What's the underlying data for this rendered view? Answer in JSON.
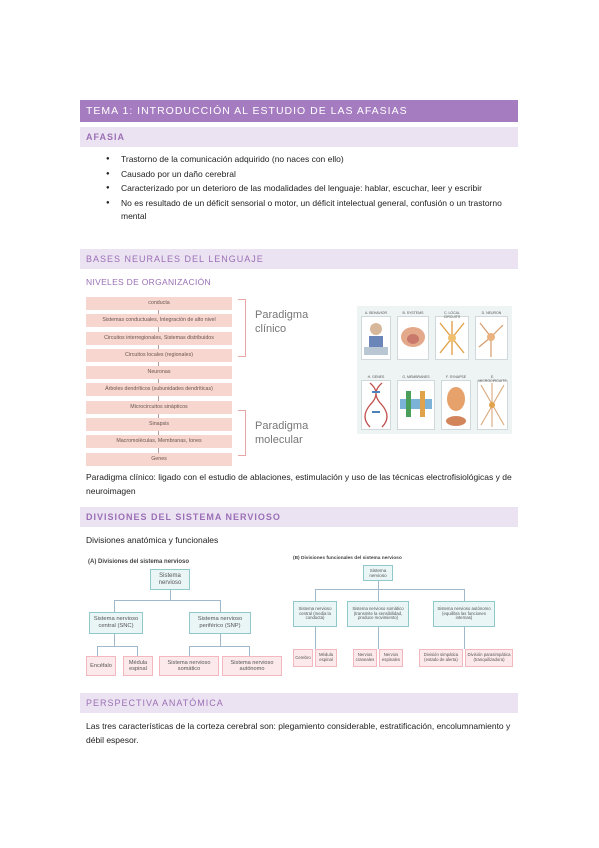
{
  "headings": {
    "tema": "TEMA 1: INTRODUCCIÓN AL ESTUDIO DE LAS AFASIAS",
    "afasia": "AFASIA",
    "bases": "BASES NEURALES DEL LENGUAJE",
    "niveles": "NIVELES DE ORGANIZACIÓN",
    "divisiones": "DIVISIONES DEL SISTEMA NERVIOSO",
    "perspectiva": "PERSPECTIVA ANATÓMICA"
  },
  "afasia_bullets": [
    "Trastorno de la comunicación adquirido (no naces con ello)",
    "Causado por un daño cerebral",
    "Caracterizado por un deterioro de las modalidades del lenguaje: hablar, escuchar, leer y escribir",
    "No es resultado de un déficit sensorial o motor, un déficit intelectual general, confusión o un trastorno mental"
  ],
  "levels": [
    "conducta",
    "Sistemas conductuales, Integración de alto nivel",
    "Circuitos interregionales, Sistemas distribuidos",
    "Circuitos locales (regionales)",
    "Neuronas",
    "Árboles dendríticos (subunidades dendríticas)",
    "Microcircuitos sinápticos",
    "Sinapsis",
    "Macromoléculas, Membranas, Iones",
    "Genes"
  ],
  "paradigm_clinico": "Paradigma clínico",
  "paradigm_molecular": "Paradigma molecular",
  "panel_labels": [
    "A. BEHAVIOR",
    "B. SYSTEMS",
    "C. LOCAL CIRCUITS",
    "D. NEURON",
    "H. GENES",
    "G. MEMBRANES",
    "F. SYNAPSE",
    "E. MICROCIRCUITS"
  ],
  "clinico_text": "Paradigma clínico: ligado con el estudio de ablaciones, estimulación y uso de las técnicas electrofisiológicas y de neuroimagen",
  "divisiones_label": "Divisiones anatómica y funcionales",
  "chart_a": {
    "title": "(A) Divisiones del sistema nervioso",
    "root": "Sistema nervioso",
    "snc": "Sistema nervioso central (SNC)",
    "snp": "Sistema nervioso periférico (SNP)",
    "encefalo": "Encéfalo",
    "medula": "Médula espinal",
    "somatico": "Sistema nervioso somático",
    "autonomo": "Sistema nervioso autónomo"
  },
  "chart_b": {
    "title": "(B) Divisiones funcionales del sistema nervioso",
    "root": "Sistema nervioso",
    "central": "Sistema nervioso central (media la conducta)",
    "somatico": "Sistema nervioso somático (transmite la sensibilidad, produce movimiento)",
    "autonomo": "Sistema nervioso autónomo (equilibra las funciones internas)",
    "cerebro": "Cerebro",
    "medula": "Médula espinal",
    "craneales": "Nervios craneales",
    "espinales": "Nervios espinales",
    "simpatica": "División simpática (estado de alerta)",
    "parasimpatica": "División parasimpática (tranquilizadora)"
  },
  "perspectiva_text": "Las tres características de la corteza cerebral son: plegamiento considerable, estratificación, encolumnamiento y débil espesor."
}
